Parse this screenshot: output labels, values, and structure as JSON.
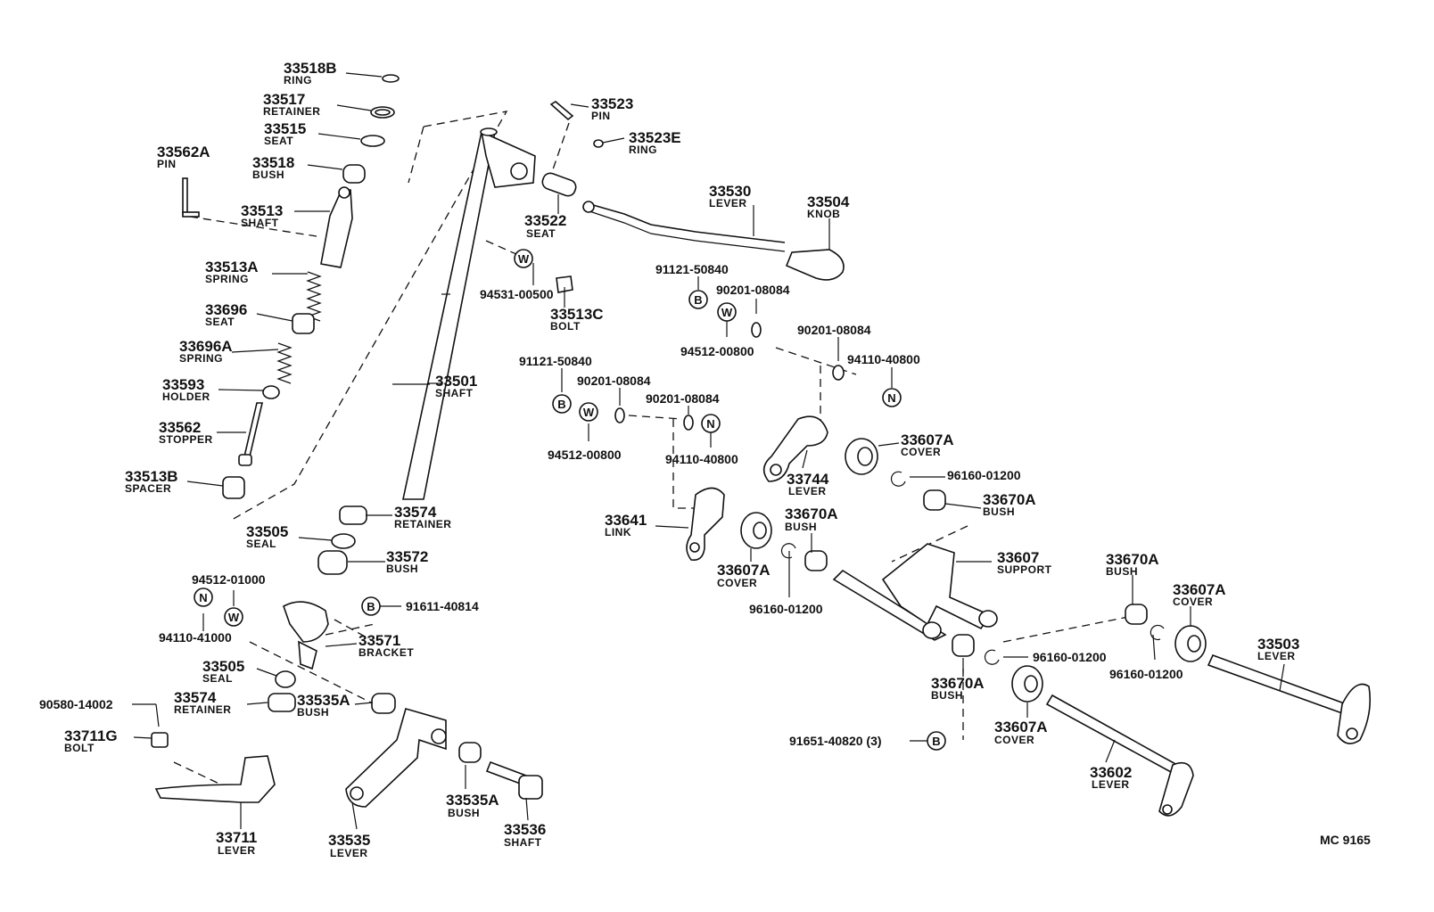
{
  "callouts": [
    {
      "num": "33518B",
      "name": "RING"
    },
    {
      "num": "33517",
      "name": "RETAINER"
    },
    {
      "num": "33515",
      "name": "SEAT"
    },
    {
      "num": "33562A",
      "name": "PIN"
    },
    {
      "num": "33518",
      "name": "BUSH"
    },
    {
      "num": "33513",
      "name": "SHAFT"
    },
    {
      "num": "33513A",
      "name": "SPRING"
    },
    {
      "num": "33696",
      "name": "SEAT"
    },
    {
      "num": "33696A",
      "name": "SPRING"
    },
    {
      "num": "33593",
      "name": "HOLDER"
    },
    {
      "num": "33562",
      "name": "STOPPER"
    },
    {
      "num": "33513B",
      "name": "SPACER"
    },
    {
      "num": "33523",
      "name": "PIN"
    },
    {
      "num": "33523E",
      "name": "RING"
    },
    {
      "num": "33522",
      "name": "SEAT"
    },
    {
      "num": "33530",
      "name": "LEVER"
    },
    {
      "num": "33504",
      "name": "KNOB"
    },
    {
      "num": "33513C",
      "name": "BOLT"
    },
    {
      "num": "33501",
      "name": "SHAFT"
    },
    {
      "num": "33574",
      "name": "RETAINER"
    },
    {
      "num": "33505",
      "name": "SEAL"
    },
    {
      "num": "33572",
      "name": "BUSH"
    },
    {
      "num": "33571",
      "name": "BRACKET"
    },
    {
      "num": "33505",
      "name": "SEAL"
    },
    {
      "num": "33574",
      "name": "RETAINER"
    },
    {
      "num": "33535A",
      "name": "BUSH"
    },
    {
      "num": "33711G",
      "name": "BOLT"
    },
    {
      "num": "33711",
      "name": "LEVER"
    },
    {
      "num": "33535",
      "name": "LEVER"
    },
    {
      "num": "33535A",
      "name": "BUSH"
    },
    {
      "num": "33536",
      "name": "SHAFT"
    },
    {
      "num": "33641",
      "name": "LINK"
    },
    {
      "num": "33607A",
      "name": "COVER"
    },
    {
      "num": "33670A",
      "name": "BUSH"
    },
    {
      "num": "33744",
      "name": "LEVER"
    },
    {
      "num": "33607A",
      "name": "COVER"
    },
    {
      "num": "33670A",
      "name": "BUSH"
    },
    {
      "num": "33607",
      "name": "SUPPORT"
    },
    {
      "num": "33670A",
      "name": "BUSH"
    },
    {
      "num": "33670A",
      "name": "BUSH"
    },
    {
      "num": "33607A",
      "name": "COVER"
    },
    {
      "num": "33607A",
      "name": "COVER"
    },
    {
      "num": "33503",
      "name": "LEVER"
    },
    {
      "num": "33602",
      "name": "LEVER"
    }
  ],
  "refs": [
    "94531-00500",
    "91121-50840",
    "90201-08084",
    "94512-00800",
    "90201-08084",
    "94110-40800",
    "91121-50840",
    "90201-08084",
    "90201-08084",
    "94512-00800",
    "94110-40800",
    "94512-01000",
    "91611-40814",
    "94110-41000",
    "90580-14002",
    "96160-01200",
    "96160-01200",
    "96160-01200",
    "96160-01200",
    "91651-40820 (3)"
  ],
  "symbols": {
    "washer": "W",
    "bolt": "B",
    "nut": "N"
  },
  "diagram_code": "MC 9165"
}
